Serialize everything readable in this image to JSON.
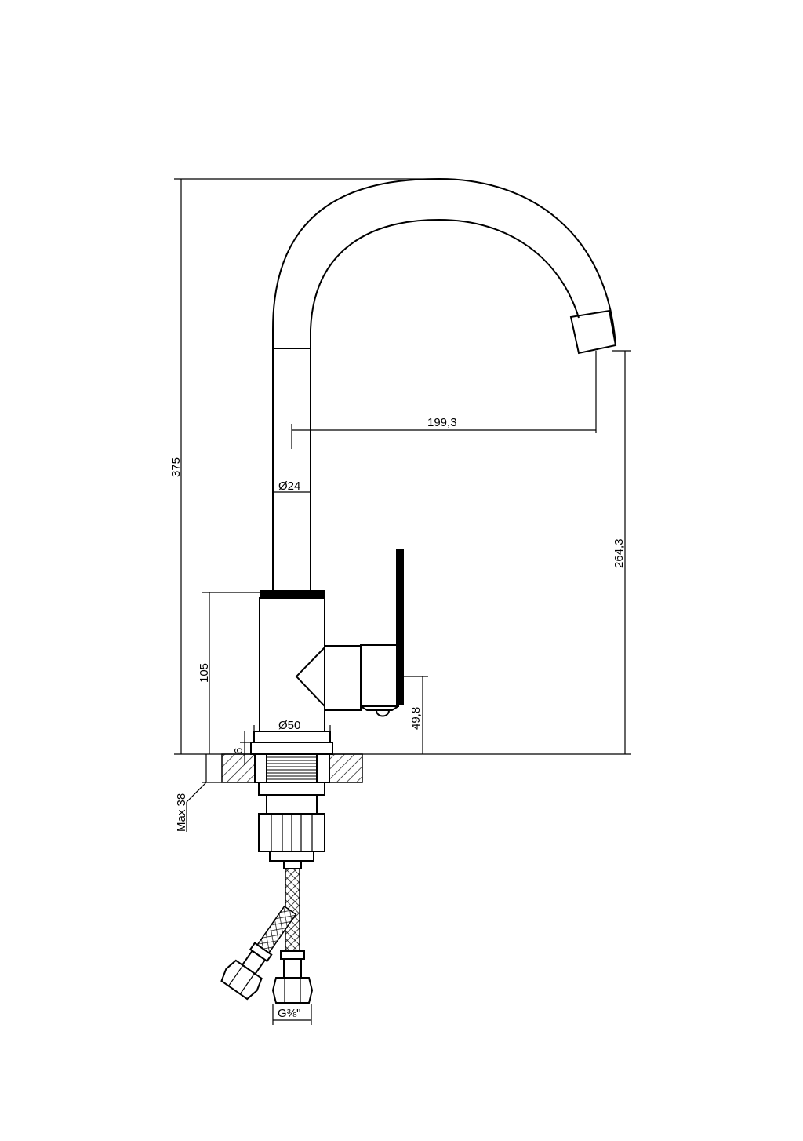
{
  "drawing": {
    "type": "faucet-technical-drawing",
    "dimensions": {
      "total_height": "375",
      "spout_reach": "199,3",
      "spout_height": "264,3",
      "tube_diameter": "Ø24",
      "body_height": "105",
      "body_diameter": "Ø50",
      "flange_thickness": "6",
      "handle_height": "49,8",
      "max_counter_thickness": "Max 38",
      "hose_thread": "G⅜\""
    }
  }
}
